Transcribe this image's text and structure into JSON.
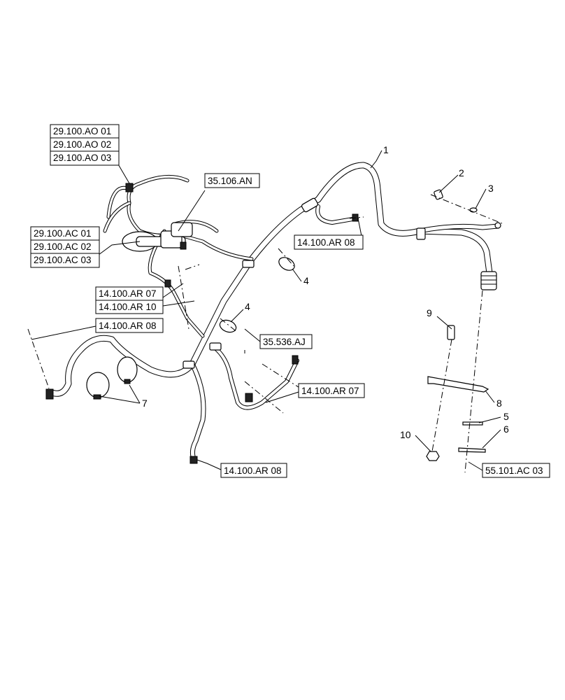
{
  "references": {
    "ao_01": "29.100.AO 01",
    "ao_02": "29.100.AO 02",
    "ao_03": "29.100.AO 03",
    "ac_01": "29.100.AC 01",
    "ac_02": "29.100.AC 02",
    "ac_03": "29.100.AC 03",
    "an": "35.106.AN",
    "ar08_top": "14.100.AR 08",
    "ar07_left": "14.100.AR 07",
    "ar10": "14.100.AR 10",
    "ar08_left": "14.100.AR 08",
    "aj": "35.536.AJ",
    "ar07_right": "14.100.AR 07",
    "ar08_bottom": "14.100.AR 08",
    "ac03_55": "55.101.AC 03"
  },
  "callouts": {
    "c1": "1",
    "c2": "2",
    "c3": "3",
    "c4a": "4",
    "c4b": "4",
    "c5": "5",
    "c6": "6",
    "c7": "7",
    "c8": "8",
    "c9": "9",
    "c10": "10"
  }
}
